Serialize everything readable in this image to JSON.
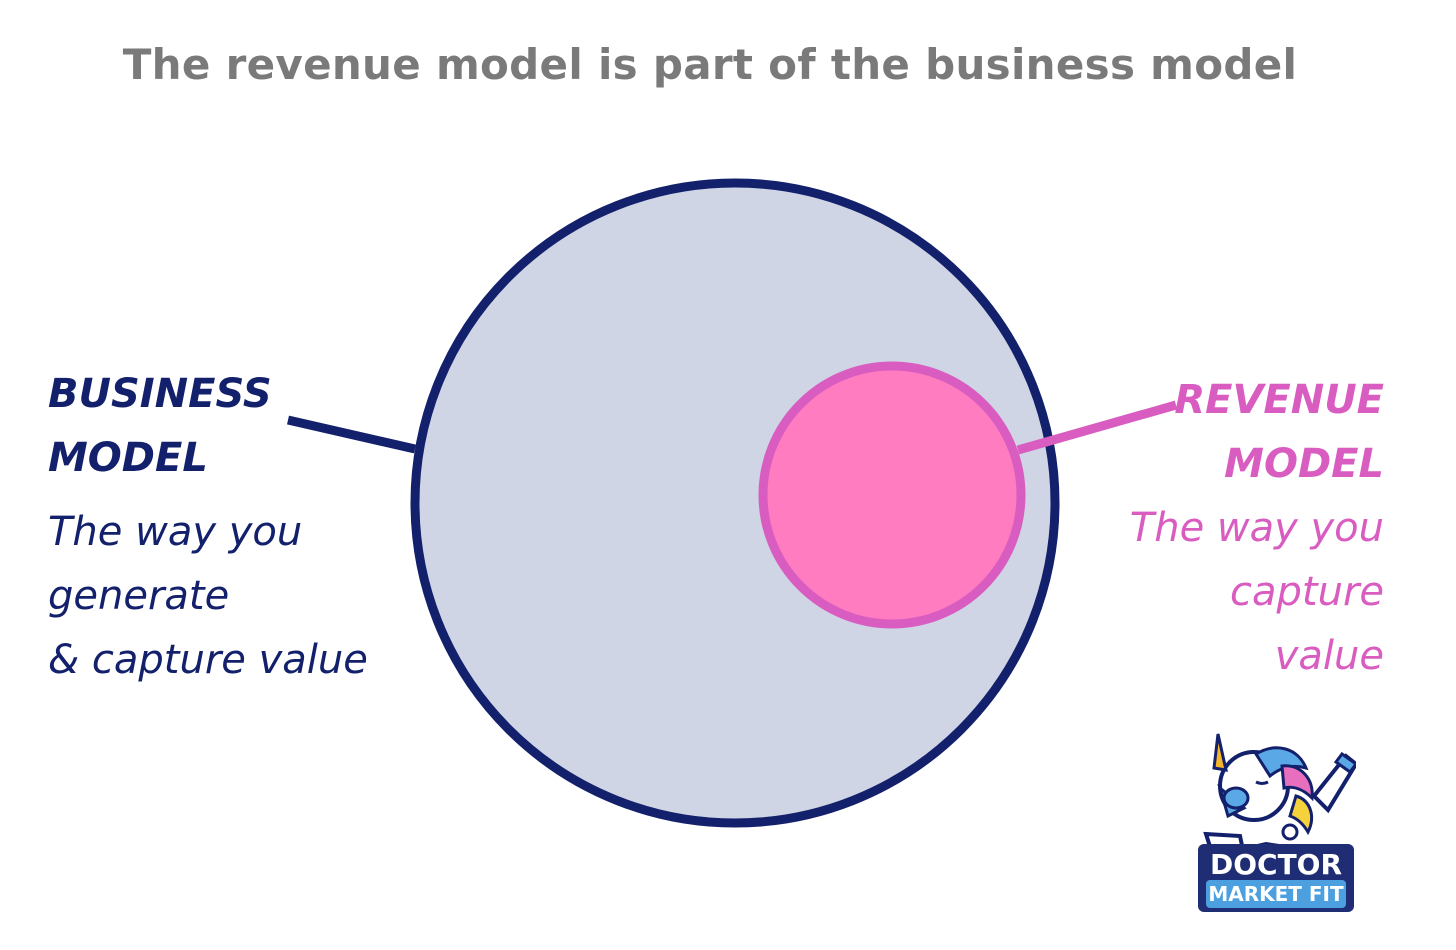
{
  "title": "The revenue model is part of the business model",
  "business_model": {
    "heading_lines": [
      "BUSINESS",
      "MODEL"
    ],
    "description_lines": [
      "The way you",
      "generate",
      "& capture value"
    ],
    "color": "#13206b"
  },
  "revenue_model": {
    "heading_lines": [
      "REVENUE",
      "MODEL"
    ],
    "description_lines": [
      "The way you",
      "capture",
      "value"
    ],
    "color": "#d95cc0"
  },
  "colors": {
    "outer_fill": "#cfd5e4",
    "outer_stroke": "#13206b",
    "inner_fill": "#ff7cc1",
    "inner_stroke": "#d95cc0"
  },
  "logo": {
    "text_lines": [
      "DOCTOR",
      "MARKET FIT"
    ]
  }
}
